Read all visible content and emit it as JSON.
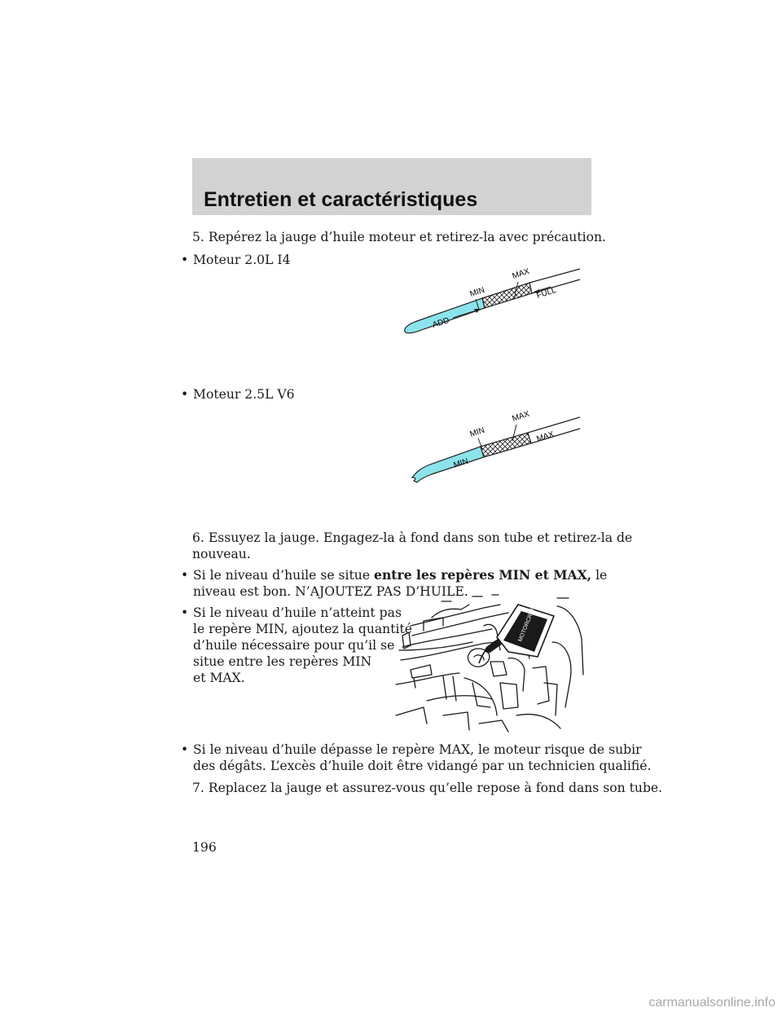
{
  "header": {
    "title": "Entretien et caractéristiques"
  },
  "steps": {
    "step5": "5. Repérez la jauge d’huile moteur et retirez-la avec précaution.",
    "engine1": "Moteur 2.0L I4",
    "engine2": "Moteur 2.5L V6",
    "step6_line1": "6. Essuyez la jauge. Engagez-la à fond dans son tube et retirez-la de",
    "step6_line2": "nouveau.",
    "b1_pre": "Si le niveau d’huile se situe ",
    "b1_bold": "entre les repères MIN et MAX,",
    "b1_post": " le",
    "b1_line2": "niveau est bon. N’AJOUTEZ PAS D’HUILE.",
    "b2_lines": [
      "Si le niveau d’huile n’atteint pas",
      "le repère MIN, ajoutez la quantité",
      "d’huile nécessaire pour qu’il se",
      "situe entre les repères MIN",
      "et MAX."
    ],
    "b3_line1": "Si le niveau d’huile dépasse le repère MAX, le moteur risque de subir",
    "b3_line2": "des dégâts. L’excès d’huile doit être vidangé par un technicien qualifié.",
    "step7": "7. Replacez la jauge et assurez-vous qu’elle repose à fond dans son tube."
  },
  "bullet_symbol": "•",
  "dipstick1": {
    "min": "MIN",
    "max": "MAX",
    "add": "ADD",
    "full": "FULL",
    "fill_color": "#8be3ec"
  },
  "dipstick2": {
    "min": "MIN",
    "max": "MAX",
    "stick_min": "MIN",
    "stick_max": "MAX",
    "fill_color": "#8be3ec"
  },
  "engine_figure": {
    "bottle_label": "MOTORCRAFT"
  },
  "page_number": "196",
  "watermark": "carmanualsonline.info"
}
